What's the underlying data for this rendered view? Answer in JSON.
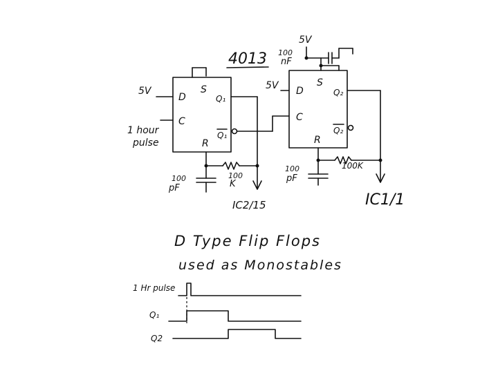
{
  "chip": "4013",
  "ff1": {
    "pin_s": "S",
    "pin_d": "D",
    "pin_c": "C",
    "pin_r": "R",
    "pin_q": "Q₁",
    "pin_qbar": "Q₁",
    "d_supply": "5V",
    "clock_input_line1": "1 hour",
    "clock_input_line2": "pulse",
    "cap_value": "100",
    "cap_unit": "pF",
    "res_value": "100",
    "res_unit": "K",
    "output_label": "IC2/15"
  },
  "ff2": {
    "pin_s": "S",
    "pin_d": "D",
    "pin_c": "C",
    "pin_r": "R",
    "pin_q": "Q₂",
    "pin_qbar": "Q₂",
    "d_supply": "5V",
    "cap_value": "100",
    "cap_unit": "pF",
    "res_value": "100K",
    "decoupling_value": "100",
    "decoupling_unit": "nF",
    "supply_top": "5V",
    "output_label": "IC1/1"
  },
  "title_line1": "D Type Flip Flops",
  "title_line2": "used as Monostables",
  "timing": {
    "signal1": "1 Hr pulse",
    "signal2": "Q₁",
    "signal3": "Q2"
  }
}
